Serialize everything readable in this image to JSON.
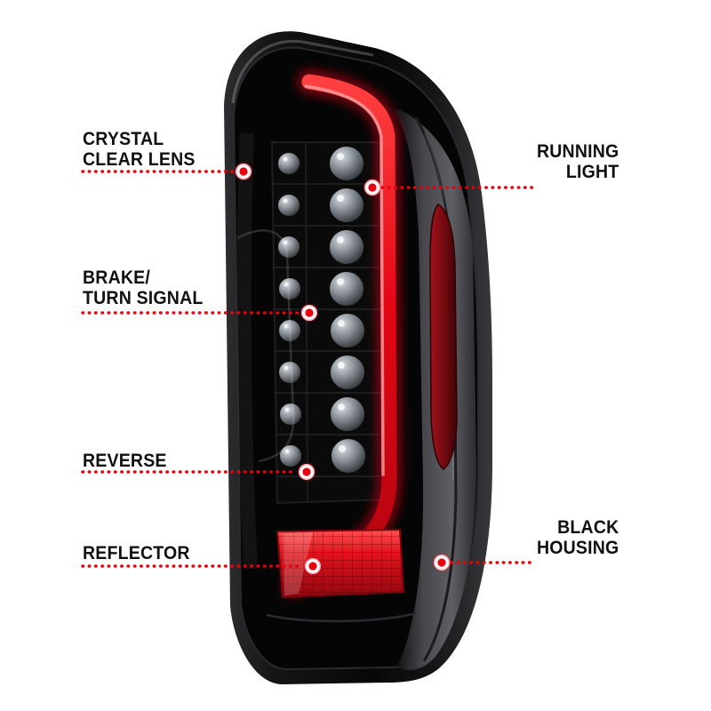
{
  "colors": {
    "background": "#ffffff",
    "accent_red": "#e8000d",
    "label_text": "#111111",
    "housing_black": "#0a0a0b",
    "tube_red": "#e30613"
  },
  "diagram": {
    "callouts": [
      {
        "id": "crystal-clear-lens",
        "side": "left",
        "lines": [
          "CRYSTAL",
          "CLEAR LENS"
        ]
      },
      {
        "id": "running-light",
        "side": "right",
        "lines": [
          "RUNNING",
          "LIGHT"
        ]
      },
      {
        "id": "brake-turn-signal",
        "side": "left",
        "lines": [
          "BRAKE/",
          "TURN SIGNAL"
        ]
      },
      {
        "id": "reverse",
        "side": "left",
        "lines": [
          "REVERSE"
        ]
      },
      {
        "id": "reflector",
        "side": "left",
        "lines": [
          "REFLECTOR"
        ]
      },
      {
        "id": "black-housing",
        "side": "right",
        "lines": [
          "BLACK",
          "HOUSING"
        ]
      }
    ]
  }
}
